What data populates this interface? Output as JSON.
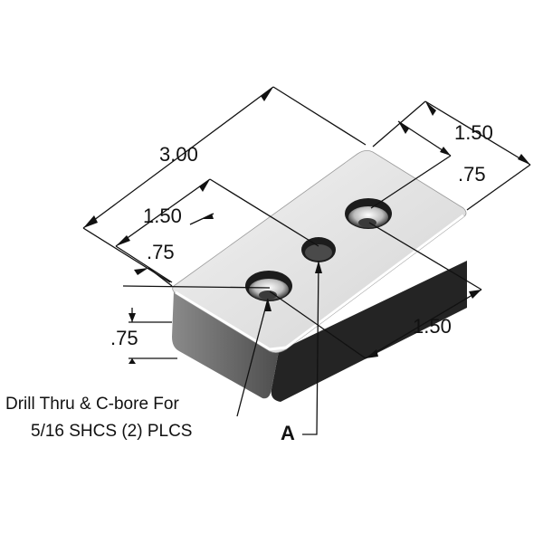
{
  "drawing": {
    "dimensions": {
      "overall_length": "3.00",
      "top_right_width": "1.50",
      "top_right_half": ".75",
      "left_width": "1.50",
      "left_half": ".75",
      "thickness": ".75",
      "bottom_spacing": "1.50"
    },
    "notes": {
      "hole_note_line1": "Drill Thru & C-bore For",
      "hole_note_line2": "5/16 SHCS (2) PLCS",
      "center_callout": "A"
    },
    "colors": {
      "top_face": "#e6e6e6",
      "front_face": "#2b2b2b",
      "left_face": "#6f6f6f",
      "edge_highlight": "#ffffff",
      "line": "#111111"
    }
  }
}
